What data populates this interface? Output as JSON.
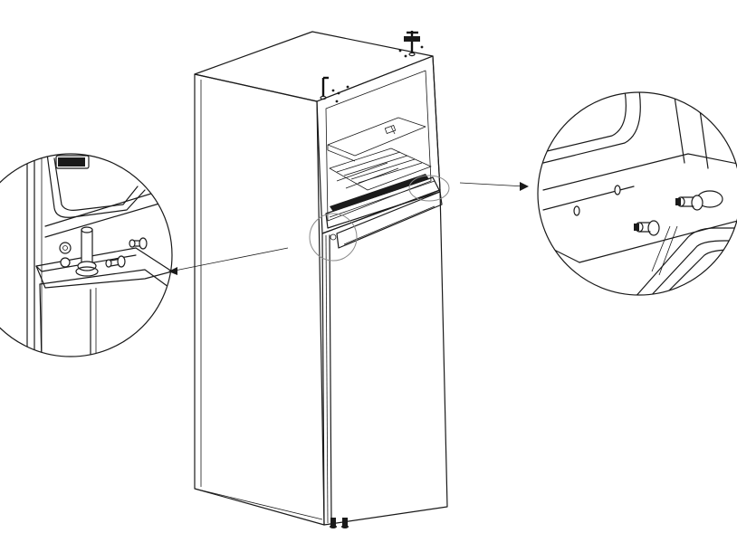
{
  "figure": {
    "subject": "refrigerator-door-reversal-detail",
    "colors": {
      "line": "#1a1a1a",
      "background": "#ffffff",
      "leader": "#333333"
    },
    "callouts": [
      {
        "id": "left-detail",
        "icon": "middle-hinge-pin-detail"
      },
      {
        "id": "right-detail",
        "icon": "hinge-screw-holes-detail"
      }
    ]
  }
}
